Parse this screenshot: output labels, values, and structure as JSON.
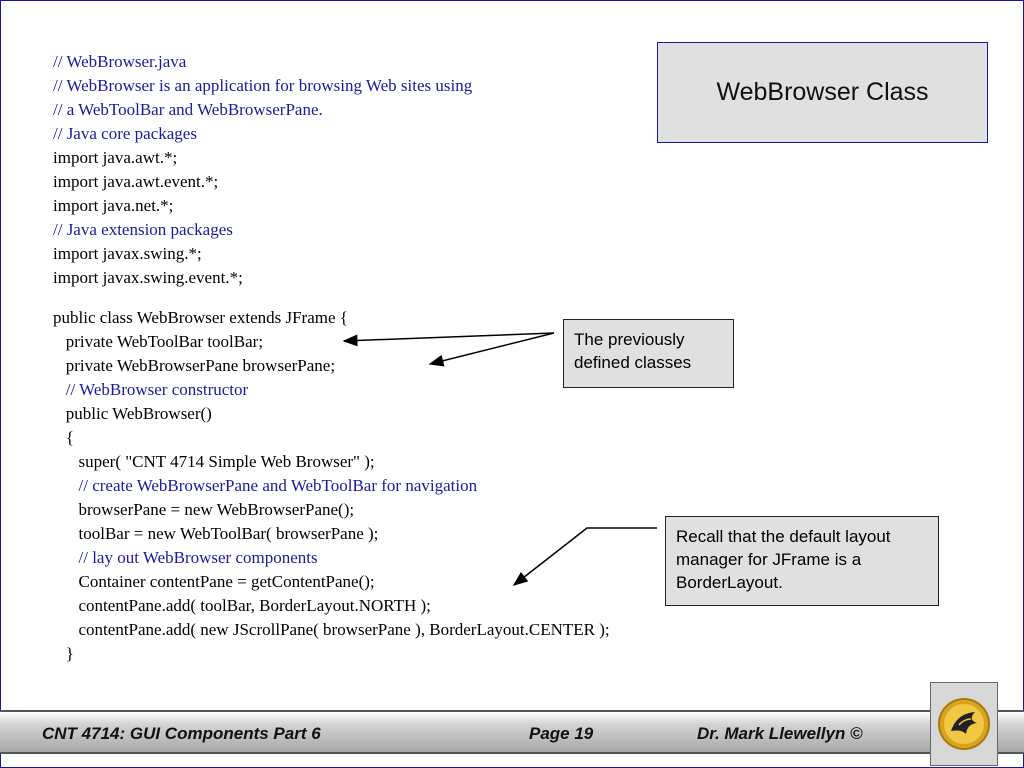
{
  "slide": {
    "title": "WebBrowser Class",
    "code_lines": [
      {
        "text": "// WebBrowser.java",
        "comment": true
      },
      {
        "text": "// WebBrowser is an application for browsing Web sites using",
        "comment": true
      },
      {
        "text": "// a WebToolBar and WebBrowserPane.",
        "comment": true
      },
      {
        "text": "// Java core packages",
        "comment": true
      },
      {
        "text": "import java.awt.*;",
        "comment": false
      },
      {
        "text": "import java.awt.event.*;",
        "comment": false
      },
      {
        "text": "import java.net.*;",
        "comment": false
      },
      {
        "text": "// Java extension packages",
        "comment": true
      },
      {
        "text": "import javax.swing.*;",
        "comment": false
      },
      {
        "text": "import javax.swing.event.*;",
        "comment": false
      },
      {
        "text": "",
        "comment": false
      },
      {
        "text": "public class WebBrowser extends JFrame {",
        "comment": false
      },
      {
        "text": "   private WebToolBar toolBar;",
        "comment": false
      },
      {
        "text": "   private WebBrowserPane browserPane;",
        "comment": false
      },
      {
        "text": "   // WebBrowser constructor",
        "comment": true
      },
      {
        "text": "   public WebBrowser()",
        "comment": false
      },
      {
        "text": "   {",
        "comment": false
      },
      {
        "text": "      super( \"CNT 4714 Simple Web Browser\" );",
        "comment": false
      },
      {
        "text": "      // create WebBrowserPane and WebToolBar for navigation",
        "comment": true
      },
      {
        "text": "      browserPane = new WebBrowserPane();",
        "comment": false
      },
      {
        "text": "      toolBar = new WebToolBar( browserPane );",
        "comment": false
      },
      {
        "text": "      // lay out WebBrowser components",
        "comment": true
      },
      {
        "text": "      Container contentPane = getContentPane();",
        "comment": false
      },
      {
        "text": "      contentPane.add( toolBar, BorderLayout.NORTH );",
        "comment": false
      },
      {
        "text": "      contentPane.add( new JScrollPane( browserPane ), BorderLayout.CENTER );",
        "comment": false
      },
      {
        "text": "   }",
        "comment": false
      }
    ],
    "callout_previous": {
      "line1": "The previously",
      "line2": "defined classes"
    },
    "callout_layout": {
      "line1": "Recall that the default layout",
      "line2": "manager for JFrame is a",
      "line3": "BorderLayout."
    }
  },
  "footer": {
    "course": "CNT 4714: GUI Components Part 6",
    "page": "Page 19",
    "author": "Dr. Mark Llewellyn ©"
  },
  "colors": {
    "comment": "#1a1aa0",
    "code": "#000000",
    "box_fill": "#e0e0e0",
    "logo_gold": "#d9a520"
  },
  "icons": {
    "logo": "pegasus-logo-icon"
  }
}
